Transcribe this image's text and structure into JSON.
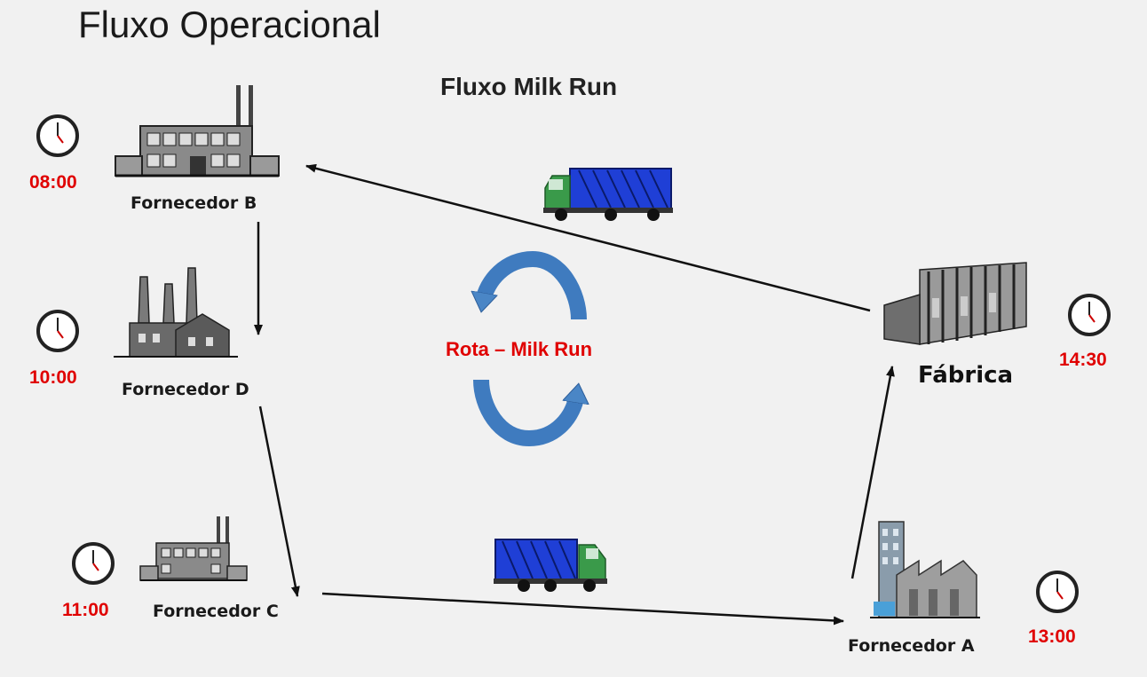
{
  "title": "Fluxo Operacional",
  "subtitle": "Fluxo Milk Run",
  "route_label": "Rota – Milk Run",
  "colors": {
    "time_red": "#e00000",
    "cycle_blue": "#4a86c6",
    "truck_green": "#3a9a4a",
    "truck_cargo": "#1f3fd6"
  },
  "nodes": [
    {
      "id": "fornecedor-b",
      "label": "Fornecedor B",
      "time": "08:00",
      "icon": "factory-icon"
    },
    {
      "id": "fornecedor-d",
      "label": "Fornecedor D",
      "time": "10:00",
      "icon": "factory-chimneys-icon"
    },
    {
      "id": "fornecedor-c",
      "label": "Fornecedor C",
      "time": "11:00",
      "icon": "factory-icon"
    },
    {
      "id": "fornecedor-a",
      "label": "Fornecedor A",
      "time": "13:00",
      "icon": "industrial-plant-icon"
    },
    {
      "id": "fabrica",
      "label": "Fábrica",
      "time": "14:30",
      "icon": "factory-building-icon"
    }
  ],
  "edges": [
    {
      "from": "fornecedor-b",
      "to": "fornecedor-d"
    },
    {
      "from": "fornecedor-d",
      "to": "fornecedor-c"
    },
    {
      "from": "fornecedor-c",
      "to": "fornecedor-a"
    },
    {
      "from": "fornecedor-a",
      "to": "fabrica"
    },
    {
      "from": "fabrica",
      "to": "fornecedor-b"
    }
  ]
}
